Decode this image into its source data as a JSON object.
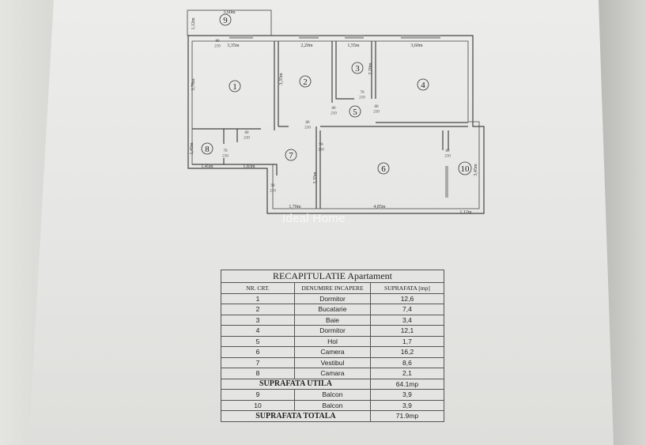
{
  "floor_plan": {
    "rooms": [
      "1",
      "2",
      "3",
      "4",
      "5",
      "6",
      "7",
      "8",
      "9",
      "10"
    ],
    "dimensions": {
      "balcony9_width": "3,60m",
      "balcony9_depth": "1,12m",
      "room1_width": "3,35m",
      "room1_height": "3,78m",
      "room2_width": "2,20m",
      "room2_height": "3,35m",
      "room3_width": "1,55m",
      "room3_height": "2,20m",
      "room4_width": "3,60m",
      "room8_height": "1,45m",
      "room8_width": "1,45m",
      "room7_width_top": "1,83m",
      "room7_width_bottom": "1,70m",
      "room7_height": "3,35m",
      "room6_width": "4,85m",
      "balcony10_width": "1,12m",
      "balcony10_height": "3,45m"
    },
    "doors": {
      "d80": "80",
      "d70": "70",
      "d90": "90",
      "h210": "210"
    }
  },
  "watermark": "Ideal Home",
  "table": {
    "title": "RECAPITULATIE Apartament",
    "headers": [
      "NR. CRT.",
      "DENUMIRE INCAPERE",
      "SUPRAFATA [mp]"
    ],
    "rows": [
      {
        "nr": "1",
        "name": "Dormitor",
        "area": "12,6"
      },
      {
        "nr": "2",
        "name": "Bucatarie",
        "area": "7,4"
      },
      {
        "nr": "3",
        "name": "Baie",
        "area": "3,4"
      },
      {
        "nr": "4",
        "name": "Dormitor",
        "area": "12,1"
      },
      {
        "nr": "5",
        "name": "Hol",
        "area": "1,7"
      },
      {
        "nr": "6",
        "name": "Camera",
        "area": "16,2"
      },
      {
        "nr": "7",
        "name": "Vestibul",
        "area": "8,6"
      },
      {
        "nr": "8",
        "name": "Camara",
        "area": "2,1"
      }
    ],
    "useful_label": "SUPRAFATA UTILA",
    "useful_value": "64.1mp",
    "balconies": [
      {
        "nr": "9",
        "name": "Balcon",
        "area": "3,9"
      },
      {
        "nr": "10",
        "name": "Balcon",
        "area": "3,9"
      }
    ],
    "total_label": "SUPRAFATA TOTALA",
    "total_value": "71.9mp"
  }
}
